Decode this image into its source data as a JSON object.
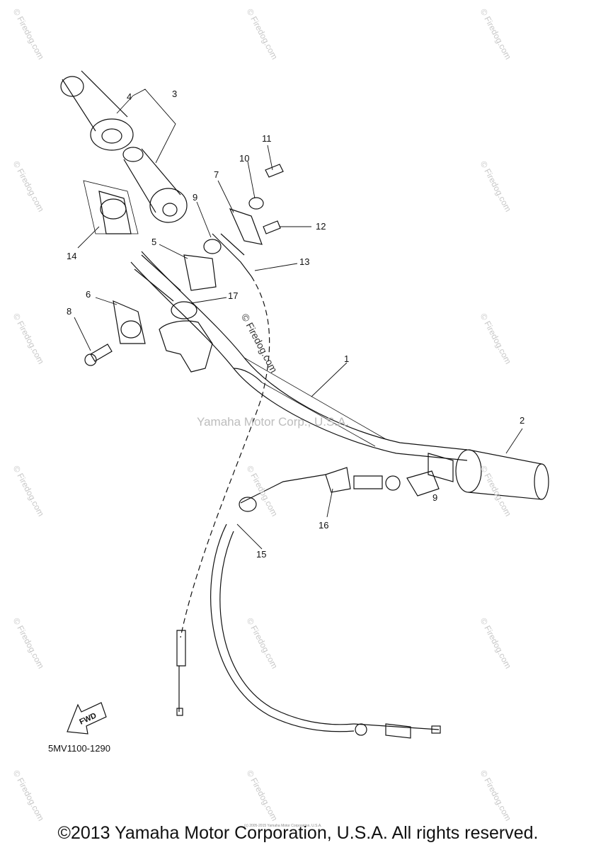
{
  "part_labels": [
    {
      "id": "1",
      "text": "1"
    },
    {
      "id": "2",
      "text": "2"
    },
    {
      "id": "3",
      "text": "3"
    },
    {
      "id": "4",
      "text": "4"
    },
    {
      "id": "5",
      "text": "5"
    },
    {
      "id": "6",
      "text": "6"
    },
    {
      "id": "7",
      "text": "7"
    },
    {
      "id": "8",
      "text": "8"
    },
    {
      "id": "9a",
      "text": "9"
    },
    {
      "id": "9b",
      "text": "9"
    },
    {
      "id": "10",
      "text": "10"
    },
    {
      "id": "11",
      "text": "11"
    },
    {
      "id": "12",
      "text": "12"
    },
    {
      "id": "13",
      "text": "13"
    },
    {
      "id": "14",
      "text": "14"
    },
    {
      "id": "15",
      "text": "15"
    },
    {
      "id": "16",
      "text": "16"
    },
    {
      "id": "17",
      "text": "17"
    }
  ],
  "fwd_label": "FWD",
  "diagram_code": "5MV1100-1290",
  "watermark_text": "© Firedog.com",
  "center_watermark": "Yamaha Motor Corp., U.S.A.",
  "tiny_print": "(c) 2005-2015 Yamaha Motor Corporation, U.S.A.",
  "copyright": "©2013 Yamaha Motor Corporation, U.S.A. All rights reserved.",
  "colors": {
    "line": "#111111",
    "watermark": "#c8c8c8",
    "background": "#ffffff"
  }
}
